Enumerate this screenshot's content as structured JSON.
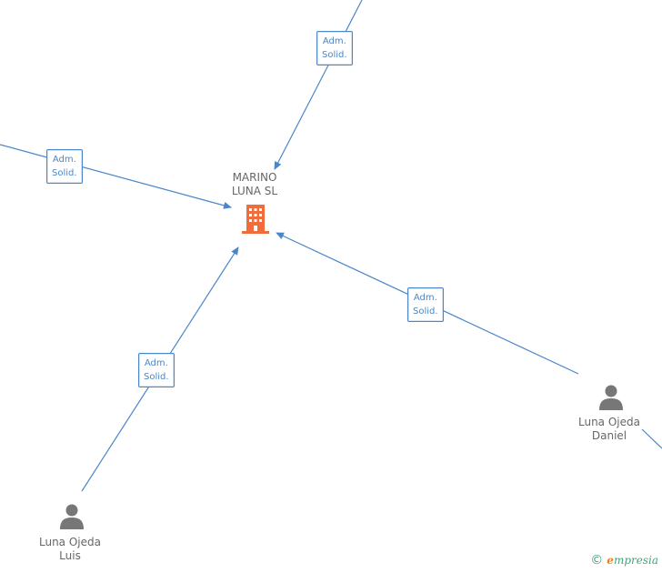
{
  "company": {
    "name_line1": "MARINO",
    "name_line2": "LUNA SL",
    "icon": "building-icon",
    "color": "#f26b3a"
  },
  "people": [
    {
      "id": "luis",
      "line1": "Luna Ojeda",
      "line2": "Luis",
      "icon": "person-icon"
    },
    {
      "id": "daniel",
      "line1": "Luna Ojeda",
      "line2": "Daniel",
      "icon": "person-icon"
    }
  ],
  "relations": [
    {
      "line1": "Adm.",
      "line2": "Solid."
    },
    {
      "line1": "Adm.",
      "line2": "Solid."
    },
    {
      "line1": "Adm.",
      "line2": "Solid."
    },
    {
      "line1": "Adm.",
      "line2": "Solid."
    }
  ],
  "colors": {
    "edge": "#4a86c8",
    "person": "#777777"
  },
  "brand": {
    "copyright": "©",
    "first_letter": "e",
    "rest": "mpresia"
  }
}
